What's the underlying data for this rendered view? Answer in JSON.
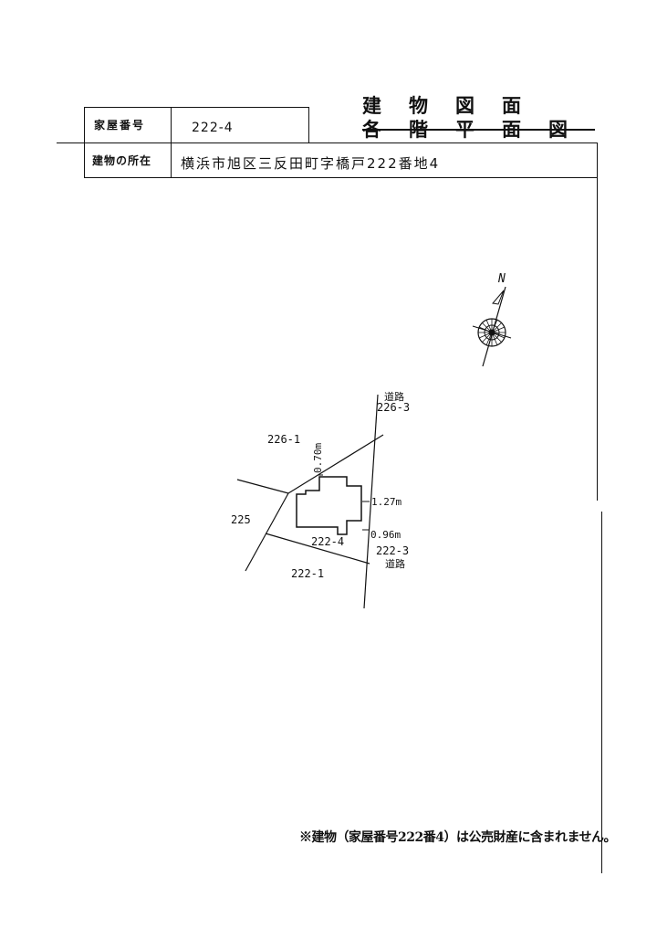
{
  "header": {
    "house_number_label": "家屋番号",
    "house_number_value": "222-4",
    "location_label": "建物の所在",
    "location_value": "横浜市旭区三反田町字橋戸222番地4",
    "title_line1": "建物図面",
    "title_line2": "各階平面図"
  },
  "compass": {
    "north_label": "N"
  },
  "site_plan": {
    "road_top_label": "道路",
    "road_top_number": "226-3",
    "lot_226_1": "226-1",
    "dist_top": "0.70m",
    "dist_right_1": "1.27m",
    "dist_right_2": "0.96m",
    "lot_225": "225",
    "lot_222_4": "222-4",
    "road_bottom_number": "222-3",
    "road_bottom_label": "道路",
    "lot_222_1": "222-1"
  },
  "footer": {
    "note": "※建物（家屋番号222番4）は公売財産に含まれません。"
  }
}
